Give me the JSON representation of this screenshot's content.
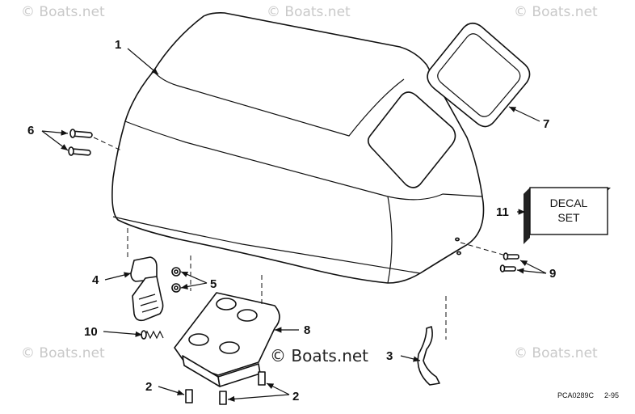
{
  "watermark": "© Boats.net",
  "callouts": {
    "c1": "1",
    "c2a": "2",
    "c2b": "2",
    "c3": "3",
    "c4": "4",
    "c5": "5",
    "c6": "6",
    "c7": "7",
    "c8": "8",
    "c9": "9",
    "c10": "10",
    "c11": "11"
  },
  "decal": {
    "line1": "DECAL",
    "line2": "SET"
  },
  "figure_code": "PCA0289C",
  "figure_date": "2-95"
}
